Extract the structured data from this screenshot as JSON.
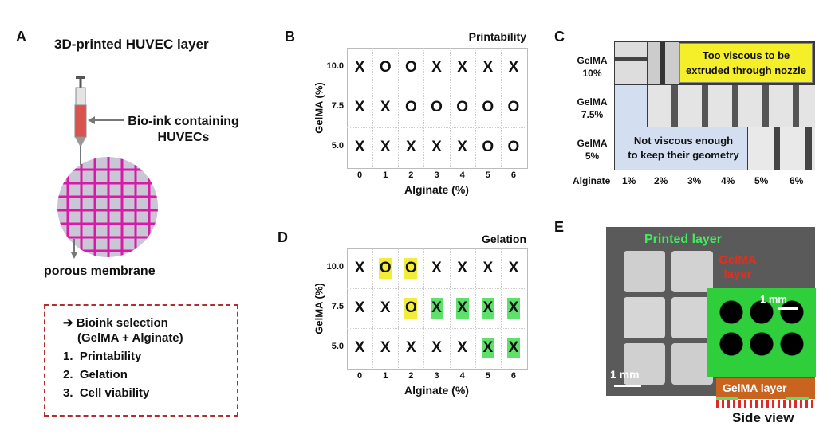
{
  "panelA": {
    "label": "A",
    "title": "3D-printed HUVEC layer",
    "bioink_label": "Bio-ink containing\nHUVECs",
    "membrane_label": "porous membrane",
    "box": {
      "heading": "➔ Bioink selection",
      "subheading": "(GelMA + Alginate)",
      "items": [
        "1.  Printability",
        "2.  Gelation",
        "3.  Cell viability"
      ]
    }
  },
  "chart_data": [
    {
      "type": "table",
      "panel": "B",
      "title": "Printability",
      "xlabel": "Alginate (%)",
      "ylabel": "GelMA (%)",
      "x": [
        "0",
        "1",
        "2",
        "3",
        "4",
        "5",
        "6"
      ],
      "y": [
        "10.0",
        "7.5",
        "5.0"
      ],
      "cells": [
        [
          "X",
          "O",
          "O",
          "X",
          "X",
          "X",
          "X"
        ],
        [
          "X",
          "X",
          "O",
          "O",
          "O",
          "O",
          "O"
        ],
        [
          "X",
          "X",
          "X",
          "X",
          "X",
          "O",
          "O"
        ]
      ],
      "highlights": []
    },
    {
      "type": "table",
      "panel": "D",
      "title": "Gelation",
      "xlabel": "Alginate (%)",
      "ylabel": "GelMA (%)",
      "x": [
        "0",
        "1",
        "2",
        "3",
        "4",
        "5",
        "6"
      ],
      "y": [
        "10.0",
        "7.5",
        "5.0"
      ],
      "cells": [
        [
          "X",
          "O",
          "O",
          "X",
          "X",
          "X",
          "X"
        ],
        [
          "X",
          "X",
          "O",
          "X",
          "X",
          "X",
          "X"
        ],
        [
          "X",
          "X",
          "X",
          "X",
          "X",
          "X",
          "X"
        ]
      ],
      "highlights": [
        [
          "",
          "yellow",
          "yellow",
          "",
          "",
          "",
          ""
        ],
        [
          "",
          "",
          "yellow",
          "green",
          "green",
          "green",
          "green"
        ],
        [
          "",
          "",
          "",
          "",
          "",
          "green",
          "green"
        ]
      ]
    }
  ],
  "panelC": {
    "label": "C",
    "rows": [
      "GelMA\n10%",
      "GelMA\n7.5%",
      "GelMA\n5%"
    ],
    "cols": [
      "Alginate",
      "1%",
      "2%",
      "3%",
      "4%",
      "5%",
      "6%"
    ],
    "too_viscous": "Too viscous to be\nextruded through nozzle",
    "not_viscous": "Not viscous enough\nto keep their geometry"
  },
  "panelE": {
    "label": "E",
    "printed": "Printed layer",
    "gelma": "GelMA\nlayer",
    "scale1": "1 mm",
    "scale2": "1 mm",
    "gelma_layer": "GelMA layer",
    "side_view": "Side view"
  },
  "colors": {
    "magenta": "#d81aa6",
    "yellow": "#f3ec3a",
    "green": "#5ee06b",
    "gelma_orange": "#c8641f",
    "dash": "#b03030"
  }
}
